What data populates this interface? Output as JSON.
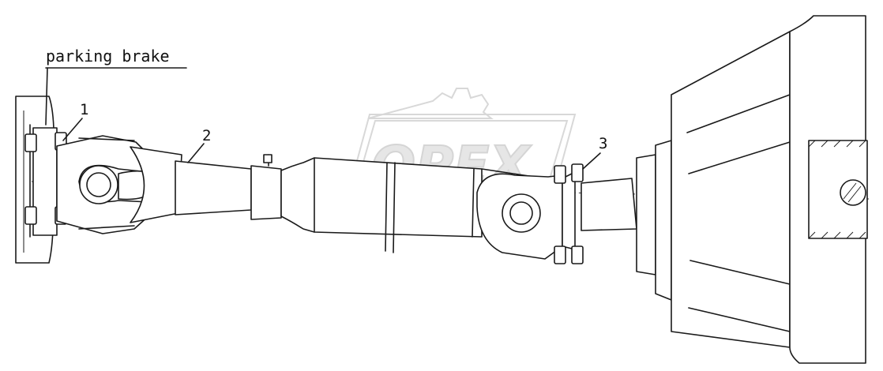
{
  "labels": {
    "parking_brake": "parking brake",
    "callout_1": "1",
    "callout_2": "2",
    "callout_3": "3"
  },
  "watermark": {
    "text": "OPEX",
    "color": "#d8d8d8"
  }
}
